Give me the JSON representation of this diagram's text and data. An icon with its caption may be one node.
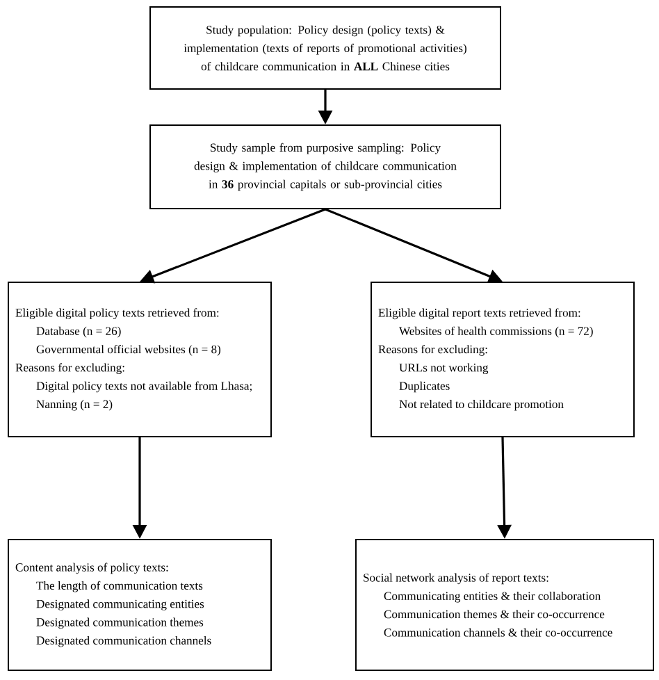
{
  "diagram": {
    "nodes": [
      {
        "text": [
          "Study population: Policy design (policy texts) & implementation (texts of reports of promotional activities) of childcare communication in **ALL** Chinese cities"
        ]
      },
      {
        "text": [
          "Study sample from purposive sampling: Policy design & implementation of childcare communication in **36** provincial capitals or sub-provincial cities"
        ]
      },
      {
        "text": [
          "Eligible digital policy texts retrieved from:",
          "Database (n = 26)",
          "Governmental official websites (n = 8)",
          "Reasons for excluding:",
          "Digital policy texts not available from Lhasa; Nanning (n = 2)"
        ]
      },
      {
        "text": [
          "Eligible digital report texts retrieved from:",
          "Websites of health commissions (n = 72)",
          "Reasons for excluding:",
          "URLs not working",
          "Duplicates",
          "Not related to childcare promotion"
        ]
      },
      {
        "text": [
          "Content analysis of policy texts:",
          "The length of communication texts",
          "Designated communicating entities",
          "Designated communication themes",
          "Designated communication channels"
        ]
      },
      {
        "text": [
          "Social network analysis of report texts:",
          "Communicating entities & their collaboration",
          "Communication themes & their co-occurrence",
          "Communication channels & their co-occurrence"
        ]
      }
    ],
    "edges": [
      {
        "from": 0,
        "to": 1,
        "arrow": "to"
      },
      {
        "from": 1,
        "to": 2,
        "arrow": "to"
      },
      {
        "from": 1,
        "to": 3,
        "arrow": "to"
      },
      {
        "from": 2,
        "to": 4,
        "arrow": "to"
      },
      {
        "from": 3,
        "to": 5,
        "arrow": "to"
      }
    ]
  }
}
